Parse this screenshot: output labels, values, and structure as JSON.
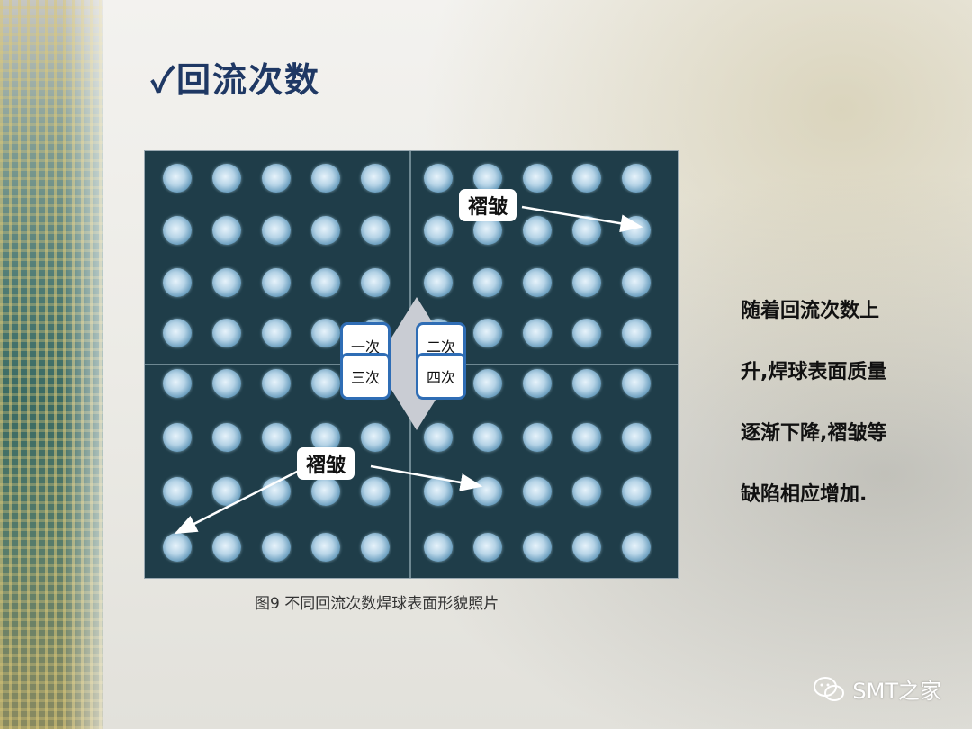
{
  "slide": {
    "title": "✓回流次数",
    "labels": {
      "q1": "一次",
      "q2": "二次",
      "q3": "三次",
      "q4": "四次"
    },
    "callouts": {
      "top": "褶皱",
      "bottom": "褶皱"
    },
    "caption": "图9 不同回流次数焊球表面形貌照片",
    "side_text": [
      "随着回流次数上",
      "升,焊球表面质量",
      "逐渐下降,褶皱等",
      "缺陷相应增加."
    ],
    "brand": "SMT之家"
  },
  "colors": {
    "title": "#1f3864",
    "label_border": "#2f6db5",
    "photo_bg": "#23424d"
  },
  "icons": {
    "check": "checkmark-icon",
    "brand": "wechat-icon"
  }
}
